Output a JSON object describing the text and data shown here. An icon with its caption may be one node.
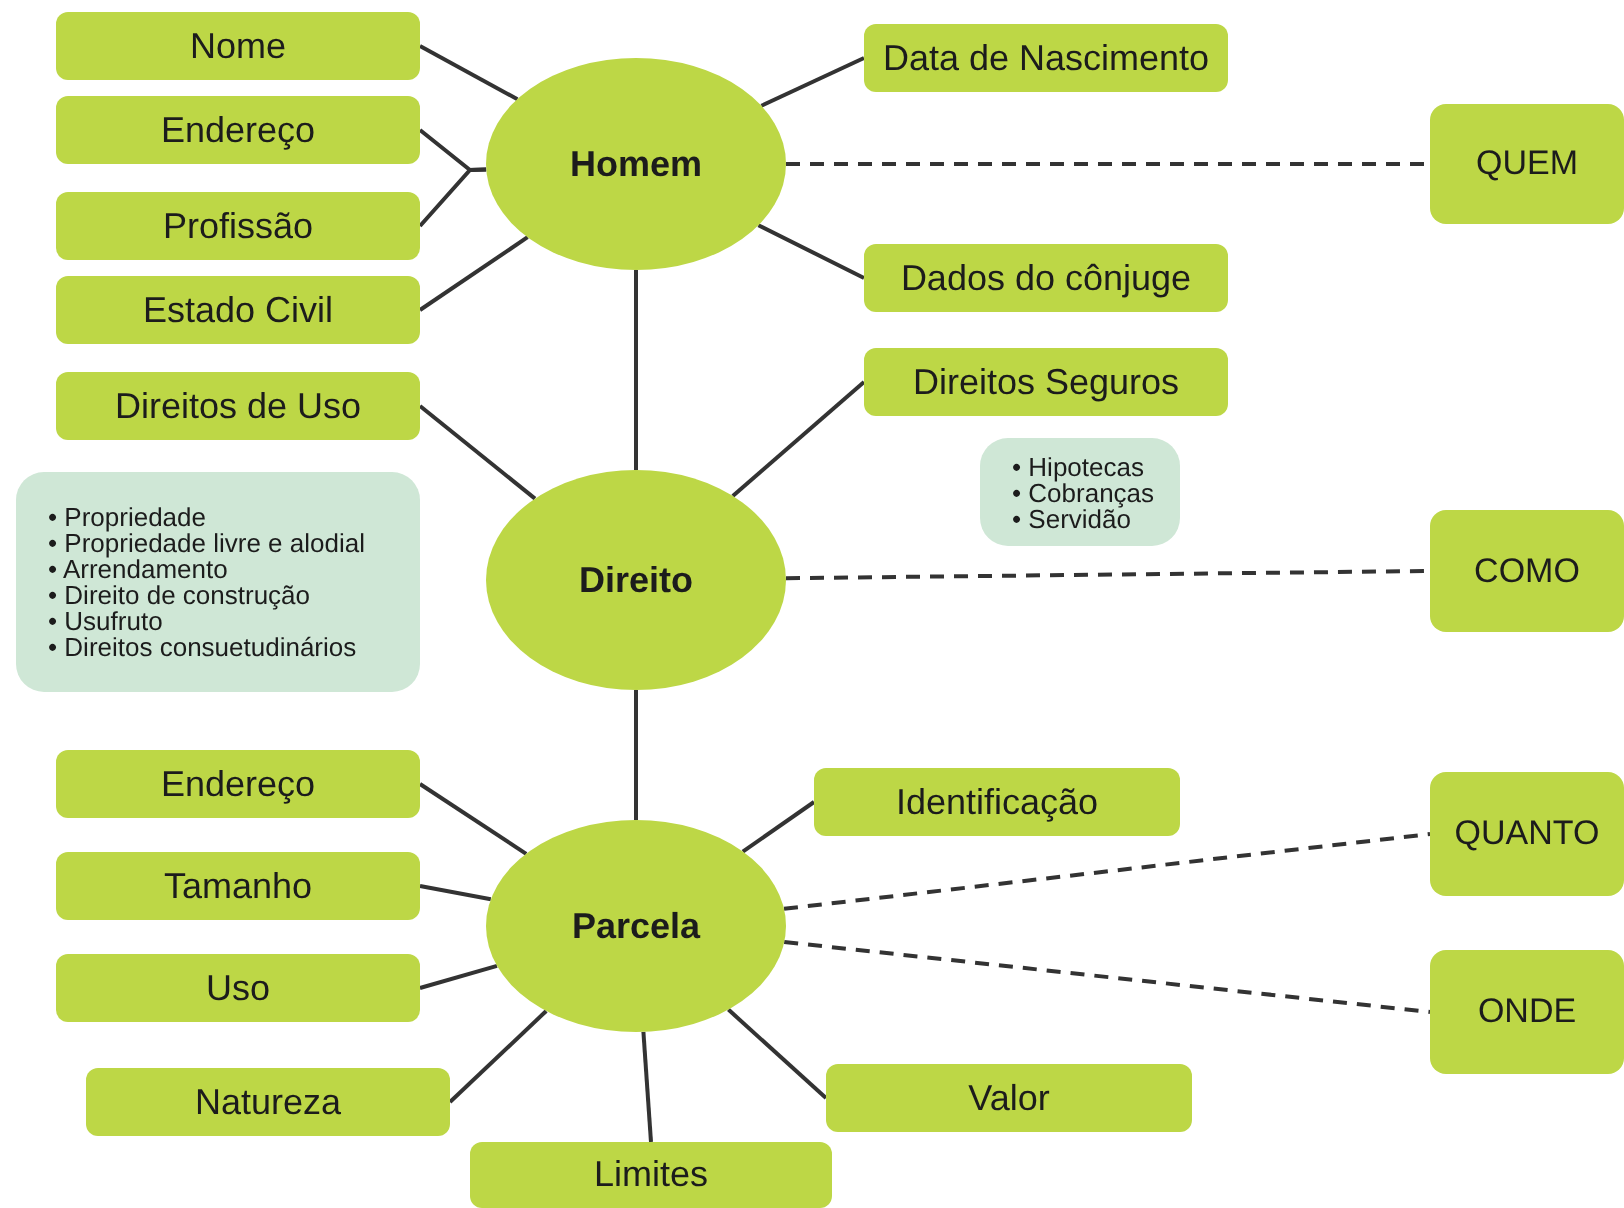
{
  "diagram": {
    "nodes": [
      {
        "text": [
          "Nome"
        ]
      },
      {
        "text": [
          "Data de Nascimento"
        ]
      },
      {
        "text": [
          "Homem"
        ]
      },
      {
        "text": [
          "Endereço"
        ]
      },
      {
        "text": [
          "QUEM"
        ]
      },
      {
        "text": [
          "Profissão"
        ]
      },
      {
        "text": [
          "Dados do cônjuge"
        ]
      },
      {
        "text": [
          "Estado Civil"
        ]
      },
      {
        "text": [
          "Direitos de Uso"
        ]
      },
      {
        "text": [
          "Direitos Seguros"
        ]
      },
      {
        "text": [
          "• Propriedade",
          "• Propriedade livre e alodial",
          "• Arrendamento",
          "• Direito de construção",
          "• Usufruto",
          "• Direitos consuetudinários"
        ]
      },
      {
        "text": [
          "• Hipotecas",
          "• Cobranças",
          "• Servidão"
        ]
      },
      {
        "text": [
          "Direito"
        ]
      },
      {
        "text": [
          "COMO"
        ]
      },
      {
        "text": [
          "Endereço"
        ]
      },
      {
        "text": [
          "Identificação"
        ]
      },
      {
        "text": [
          "QUANTO"
        ]
      },
      {
        "text": [
          "Tamanho"
        ]
      },
      {
        "text": [
          "Parcela"
        ]
      },
      {
        "text": [
          "Uso"
        ]
      },
      {
        "text": [
          "ONDE"
        ]
      },
      {
        "text": [
          "Natureza"
        ]
      },
      {
        "text": [
          "Valor"
        ]
      },
      {
        "text": [
          "Limites"
        ]
      }
    ],
    "edges": [
      {
        "from": 0,
        "to": 2,
        "arrow": "none"
      },
      {
        "from": 3,
        "to": 2,
        "arrow": "none"
      },
      {
        "from": 5,
        "to": 2,
        "arrow": "none"
      },
      {
        "from": 7,
        "to": 2,
        "arrow": "none"
      },
      {
        "from": 1,
        "to": 2,
        "arrow": "none"
      },
      {
        "from": 6,
        "to": 2,
        "arrow": "none"
      },
      {
        "from": 2,
        "to": 4,
        "arrow": "none",
        "style": "dashed"
      },
      {
        "from": 2,
        "to": 12,
        "arrow": "none"
      },
      {
        "from": 8,
        "to": 12,
        "arrow": "none"
      },
      {
        "from": 9,
        "to": 12,
        "arrow": "none"
      },
      {
        "from": 12,
        "to": 13,
        "arrow": "none",
        "style": "dashed"
      },
      {
        "from": 12,
        "to": 18,
        "arrow": "none"
      },
      {
        "from": 14,
        "to": 18,
        "arrow": "none"
      },
      {
        "from": 17,
        "to": 18,
        "arrow": "none"
      },
      {
        "from": 19,
        "to": 18,
        "arrow": "none"
      },
      {
        "from": 21,
        "to": 18,
        "arrow": "none"
      },
      {
        "from": 23,
        "to": 18,
        "arrow": "none"
      },
      {
        "from": 22,
        "to": 18,
        "arrow": "none"
      },
      {
        "from": 15,
        "to": 18,
        "arrow": "none"
      },
      {
        "from": 18,
        "to": 16,
        "arrow": "none",
        "style": "dashed"
      },
      {
        "from": 18,
        "to": 20,
        "arrow": "none",
        "style": "dashed"
      }
    ]
  }
}
